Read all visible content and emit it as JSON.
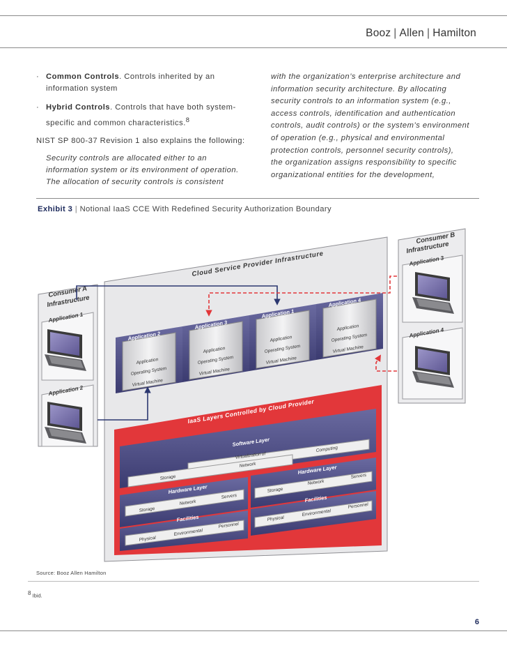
{
  "header": {
    "brand_parts": [
      "Booz",
      "Allen",
      "Hamilton"
    ]
  },
  "left_column": {
    "bullets": [
      {
        "bold": "Common Controls",
        "text_line1": ". Controls inherited by an",
        "text_line2": "information system"
      },
      {
        "bold": "Hybrid Controls",
        "text_line1": ". Controls that have both system-",
        "text_line2": "specific and common characteristics.",
        "footnote_ref": "8"
      }
    ],
    "intro": "NIST SP 800-37 Revision 1 also explains the following:",
    "quote_lines": [
      "Security controls are allocated either to an",
      "information system or its environment of operation.",
      "The allocation of security controls is consistent"
    ]
  },
  "right_column": {
    "lines": [
      "with the organization’s enterprise architecture and",
      "information security architecture. By allocating",
      "security controls to an information system (e.g.,",
      "access controls, identification and authentication",
      "controls, audit controls) or the system’s environment",
      "of operation (e.g., physical and environmental",
      "protection controls, personnel security controls),",
      "the organization assigns responsibility to specific",
      "organizational entities for the development,"
    ]
  },
  "exhibit": {
    "label": "Exhibit 3",
    "separator": "|",
    "title": "Notional IaaS CCE With Redefined Security Authorization Boundary"
  },
  "diagram": {
    "consumer_a": {
      "title_line1": "Consumer A",
      "title_line2": "Infrastructure",
      "apps": [
        "Application 1",
        "Application 2"
      ]
    },
    "consumer_b": {
      "title_line1": "Consumer B",
      "title_line2": "Infrastructure",
      "apps": [
        "Application 3",
        "Application 4"
      ]
    },
    "csp_title": "Cloud Service Provider Infrastructure",
    "vms": [
      {
        "title": "Application 2",
        "application": "Application",
        "os": "Operating System",
        "vm": "Virtual Machine"
      },
      {
        "title": "Application 3",
        "application": "Application",
        "os": "Operating System",
        "vm": "Virtual Machine"
      },
      {
        "title": "Application 1",
        "application": "Application",
        "os": "Operating System",
        "vm": "Virtual Machine"
      },
      {
        "title": "Application 4",
        "application": "Application",
        "os": "Operating System",
        "vm": "Virtual Machine"
      }
    ],
    "iaas_title": "IaaS Layers Controlled by Cloud Provider",
    "software_layer": {
      "title": "Software Layer",
      "virtualization": "Virtualization",
      "of": "of",
      "computing": "Computing",
      "network": "Network",
      "storage": "Storage"
    },
    "hardware_left": {
      "title": "Hardware Layer",
      "storage": "Storage",
      "network": "Network",
      "servers": "Servers"
    },
    "facilities_left": {
      "title": "Facilities",
      "physical": "Physical",
      "environmental": "Environmental",
      "personnel": "Personnel"
    },
    "hardware_right": {
      "title": "Hardware Layer",
      "storage": "Storage",
      "network": "Network",
      "servers": "Servers"
    },
    "facilities_right": {
      "title": "Facilities",
      "physical": "Physical",
      "environmental": "Environmental",
      "personnel": "Personnel"
    },
    "colors": {
      "red": "#e2373a",
      "navy": "#2b3770",
      "purple_band": "#5a5a8c",
      "grey_panel": "#e6e6e8"
    }
  },
  "source": "Source: Booz Allen Hamilton",
  "footnote": {
    "number": "8",
    "text": "Ibid."
  },
  "page_number": "6"
}
